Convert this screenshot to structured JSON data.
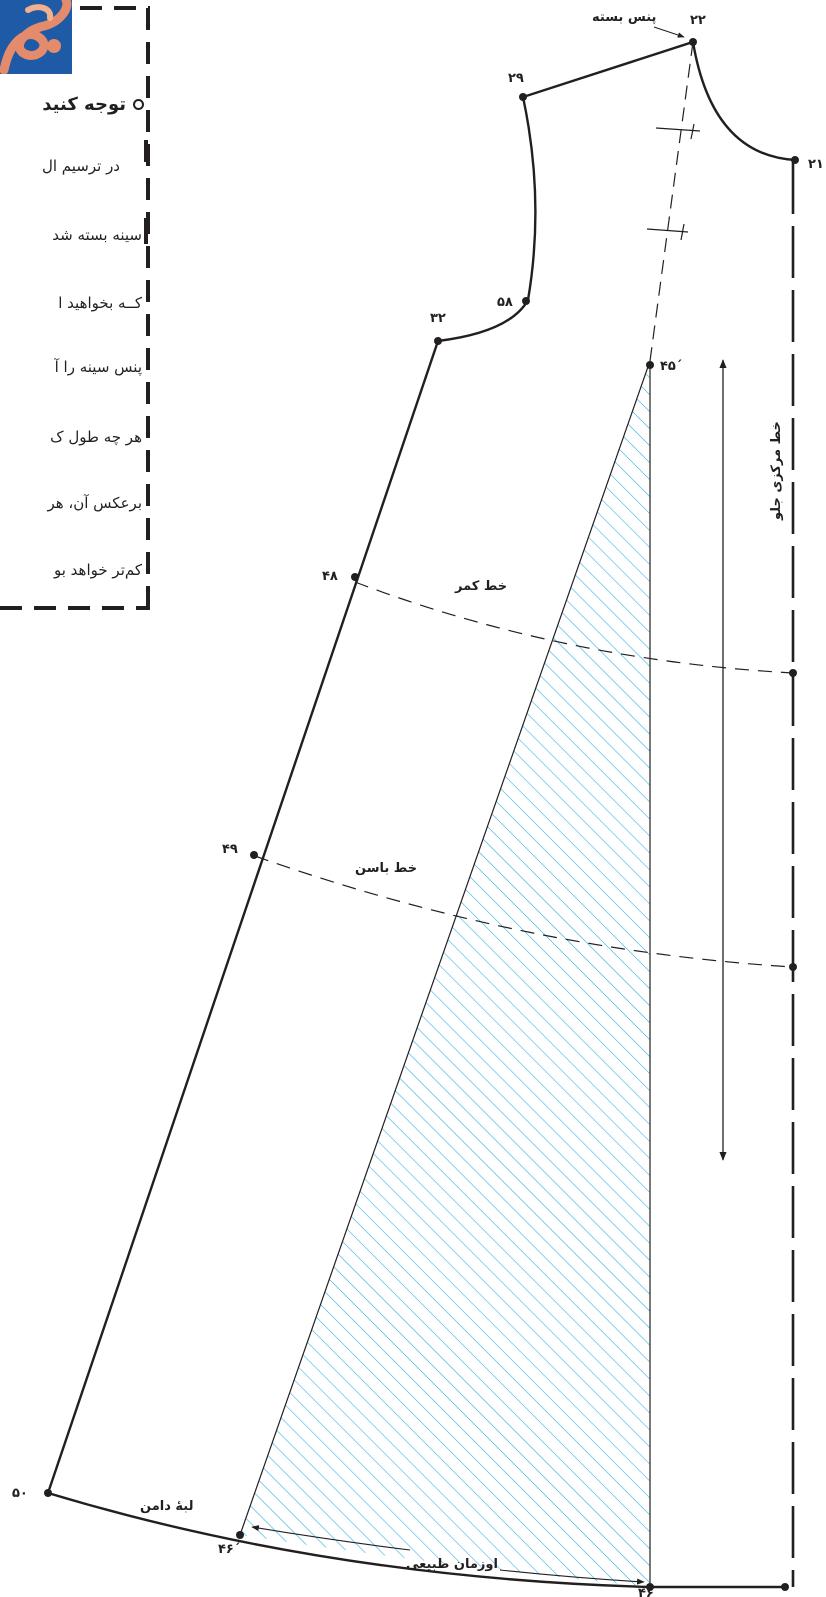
{
  "note": {
    "title": "توجه کنید",
    "lines": [
      "در ترسیم ال",
      "سینه بسته شد",
      "کــه بخواهید ا",
      "پنس سینه را آ",
      "هر چه طول ک",
      "برعکس آن، هر",
      "کم‌تر خواهد بو"
    ]
  },
  "labels": {
    "dart_closed": "پنس بسته",
    "waist_line": "خط کمر",
    "hip_line": "خط باسن",
    "center_front_line": "خط مرکزی جلو",
    "hem_line": "لبهٔ دامن",
    "grainline": "اوزمان طبیعی"
  },
  "points": {
    "p22": "۲۲",
    "p29": "۲۹",
    "p21": "۲۱",
    "p58": "۵۸",
    "p32": "۳۲",
    "p45p": "۴۵΄",
    "p48": "۴۸",
    "p49": "۴۹",
    "p50": "۵۰",
    "p46p": "۴۶΄",
    "p46": "۴۶"
  },
  "colors": {
    "line": "#231f20",
    "hatch": "#29abe2",
    "flower": "#e38b6b",
    "flower_bg": "#1f5aa6"
  }
}
